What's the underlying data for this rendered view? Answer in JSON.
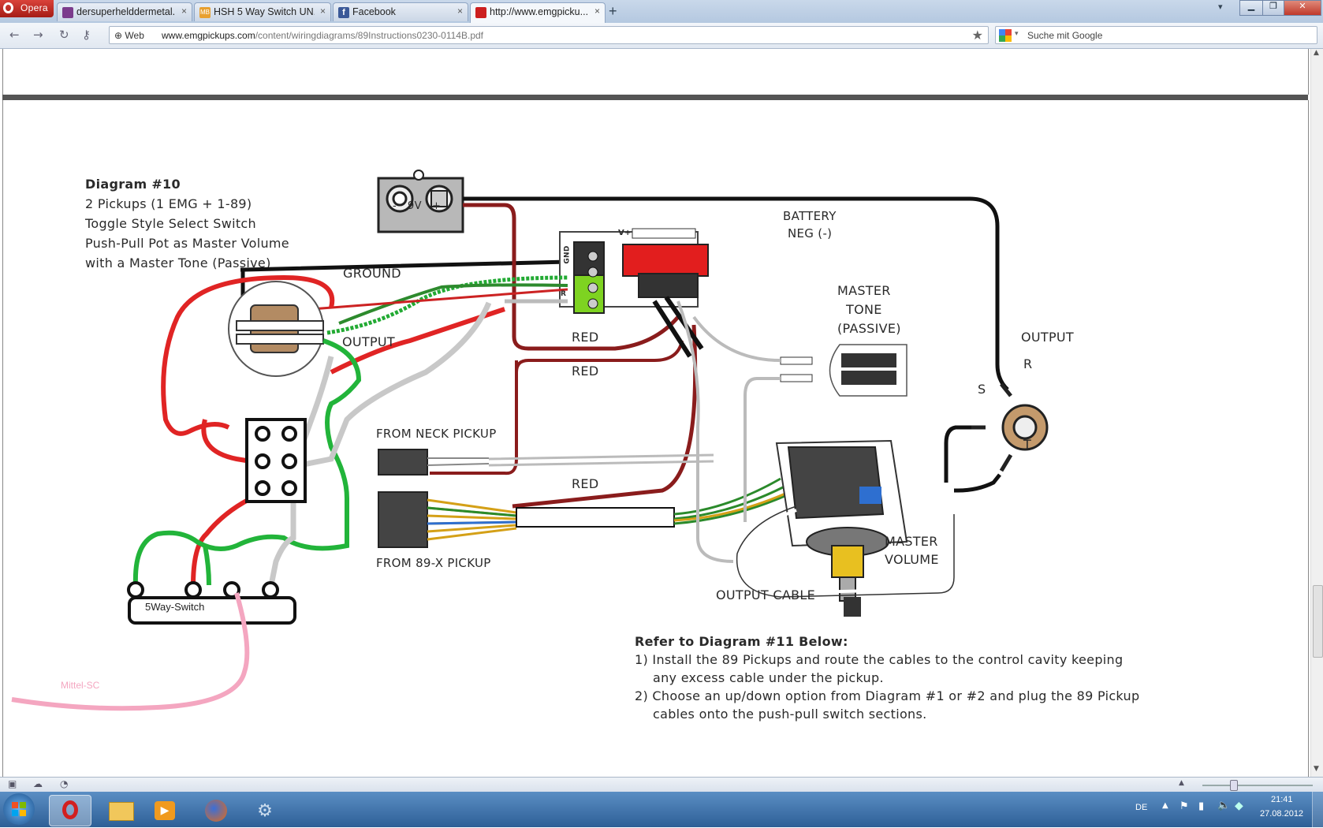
{
  "browser": {
    "menu_label": "Opera",
    "tabs": [
      {
        "title": "dersuperhelddermetal...",
        "close": "×",
        "favicon_color": "#7b3b8c"
      },
      {
        "title": "HSH 5 Way Switch UN...",
        "close": "×",
        "favicon_label": "MB",
        "favicon_color": "#e8a030"
      },
      {
        "title": "Facebook",
        "close": "×",
        "favicon_color": "#3b5998"
      },
      {
        "title": "http://www.emgpicku...",
        "close": "×",
        "favicon_color": "#cc1f1f",
        "active": true
      }
    ],
    "new_tab": "+",
    "address": {
      "web_label": "Web",
      "domain": "www.emgpickups.com",
      "path": "/content/wiringdiagrams/89Instructions0230-0114B.pdf"
    },
    "search_placeholder": "Suche mit Google"
  },
  "diagram": {
    "title": "Diagram #10",
    "desc_lines": [
      "2 Pickups (1 EMG + 1-89)",
      "Toggle Style Select Switch",
      "Push-Pull Pot as Master Volume",
      "with a Master Tone (Passive)"
    ],
    "labels": {
      "ground": "GROUND",
      "output_left": "OUTPUT",
      "red1": "RED",
      "red2": "RED",
      "red3": "RED",
      "from_neck": "FROM NECK PICKUP",
      "from_89x": "FROM 89-X PICKUP",
      "battery_line1": "BATTERY",
      "battery_line2": "NEG (-)",
      "master_tone_1": "MASTER",
      "master_tone_2": "TONE",
      "master_tone_3": "(PASSIVE)",
      "output_right": "OUTPUT",
      "jack_r": "R",
      "jack_s": "S",
      "jack_t": "T",
      "master_volume_1": "MASTER",
      "master_volume_2": "VOLUME",
      "output_cable": "OUTPUT CABLE",
      "battery_minus": "-",
      "battery_9v": "9V",
      "battery_plus": "+",
      "board_vplus": "V+",
      "board_gnd": "GND",
      "board_r": "R",
      "switch_label": "5Way-Switch",
      "mittel": "Mittel-SC"
    },
    "instructions": {
      "heading": "Refer to Diagram  #11 Below:",
      "items": [
        {
          "num": "1)",
          "line1": "Install the 89 Pickups and route the cables to the control cavity keeping",
          "line2": "any excess cable under the pickup."
        },
        {
          "num": "2)",
          "line1": "Choose an up/down option from Diagram #1 or #2 and plug the 89 Pickup",
          "line2": "cables onto the push-pull switch sections."
        }
      ]
    }
  },
  "taskbar": {
    "lang": "DE",
    "time": "21:41",
    "date": "27.08.2012"
  }
}
